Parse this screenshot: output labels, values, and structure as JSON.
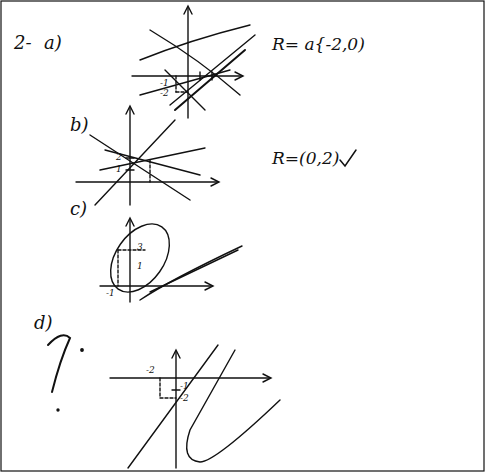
{
  "diagram": {
    "labels": [
      "2-",
      "a)",
      "R= a{-2,0)",
      "-1",
      "-2",
      "b)",
      "R=(0,2)",
      "2",
      "1",
      "c)",
      "3",
      "1",
      "-1",
      "d)",
      "-2",
      "-1",
      "-2"
    ]
  }
}
